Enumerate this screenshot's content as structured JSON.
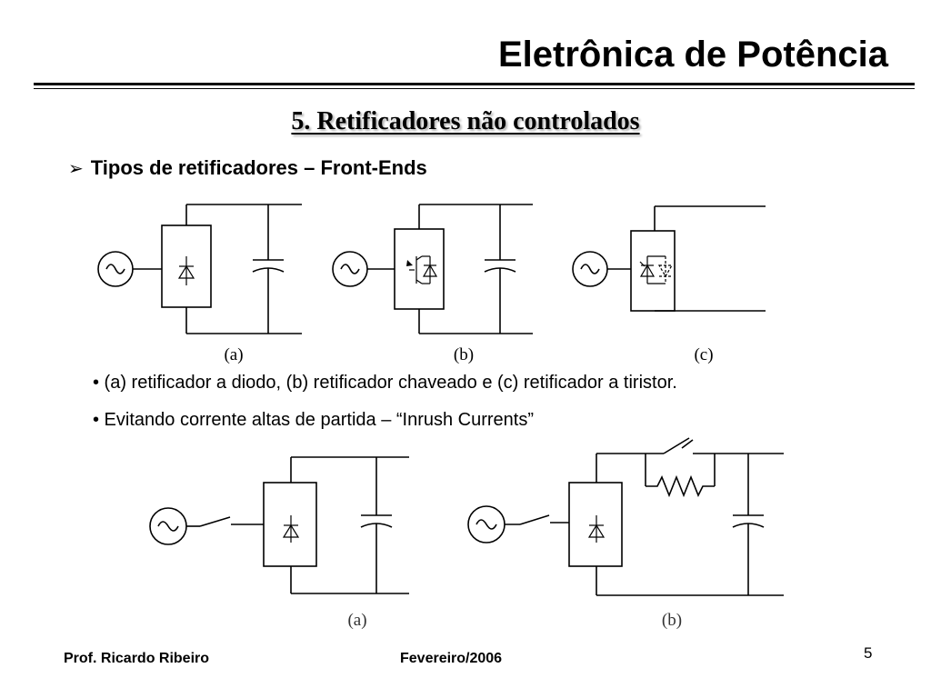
{
  "header": {
    "title": "Eletrônica de Potência"
  },
  "section": {
    "title": "5. Retificadores não controlados"
  },
  "bullet": {
    "text": "Tipos de retificadores – Front-Ends"
  },
  "top_figure": {
    "captions": {
      "a": "(a)",
      "b": "(b)",
      "c": "(c)"
    }
  },
  "sub_bullets": [
    "• (a) retificador a diodo, (b) retificador chaveado e (c) retificador a tiristor.",
    "• Evitando corrente altas de partida – “Inrush Currents”"
  ],
  "bottom_figure": {
    "captions": {
      "a": "(a)",
      "b": "(b)"
    }
  },
  "footer": {
    "author": "Prof. Ricardo Ribeiro",
    "date": "Fevereiro/2006",
    "page_number": "5"
  }
}
